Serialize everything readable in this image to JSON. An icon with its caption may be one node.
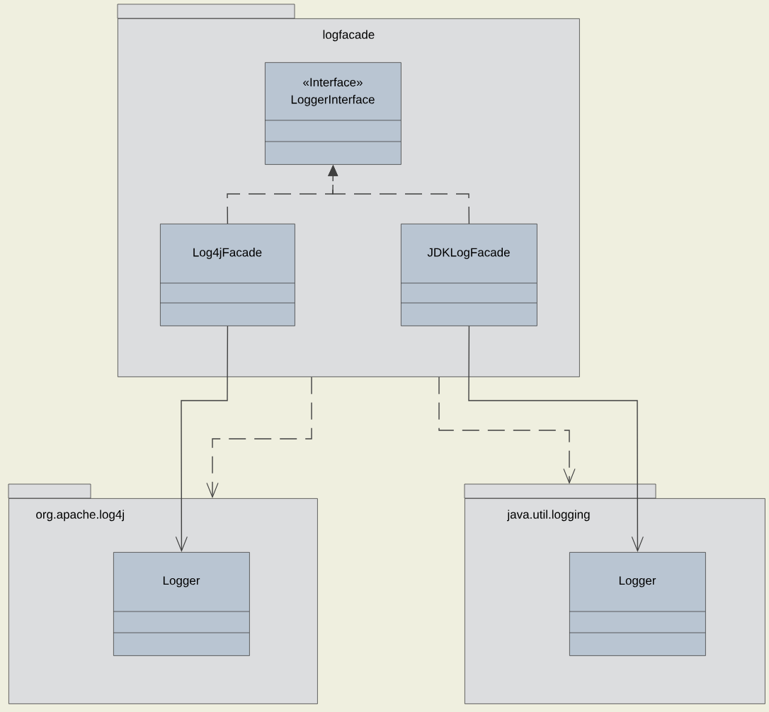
{
  "diagram": {
    "nodes": [
      {
        "text": [
          "logfacade"
        ]
      },
      {
        "text": [
          "«Interface»",
          "LoggerInterface"
        ],
        "in": 0
      },
      {
        "text": [
          "Log4jFacade"
        ],
        "in": 0
      },
      {
        "text": [
          "JDKLogFacade"
        ],
        "in": 0
      },
      {
        "text": [
          "org.apache.log4j"
        ]
      },
      {
        "text": [
          "Logger"
        ],
        "in": 4
      },
      {
        "text": [
          "java.util.logging"
        ]
      },
      {
        "text": [
          "Logger"
        ],
        "in": 6
      }
    ],
    "edges": [
      {
        "from": 2,
        "to": 1,
        "arrow": "to",
        "style": "dashed"
      },
      {
        "from": 3,
        "to": 1,
        "arrow": "to",
        "style": "dashed"
      },
      {
        "from": 2,
        "to": 5,
        "arrow": "to"
      },
      {
        "from": 3,
        "to": 7,
        "arrow": "to"
      },
      {
        "from": 0,
        "to": 4,
        "arrow": "to",
        "style": "dashed"
      },
      {
        "from": 0,
        "to": 6,
        "arrow": "to",
        "style": "dashed"
      }
    ]
  }
}
